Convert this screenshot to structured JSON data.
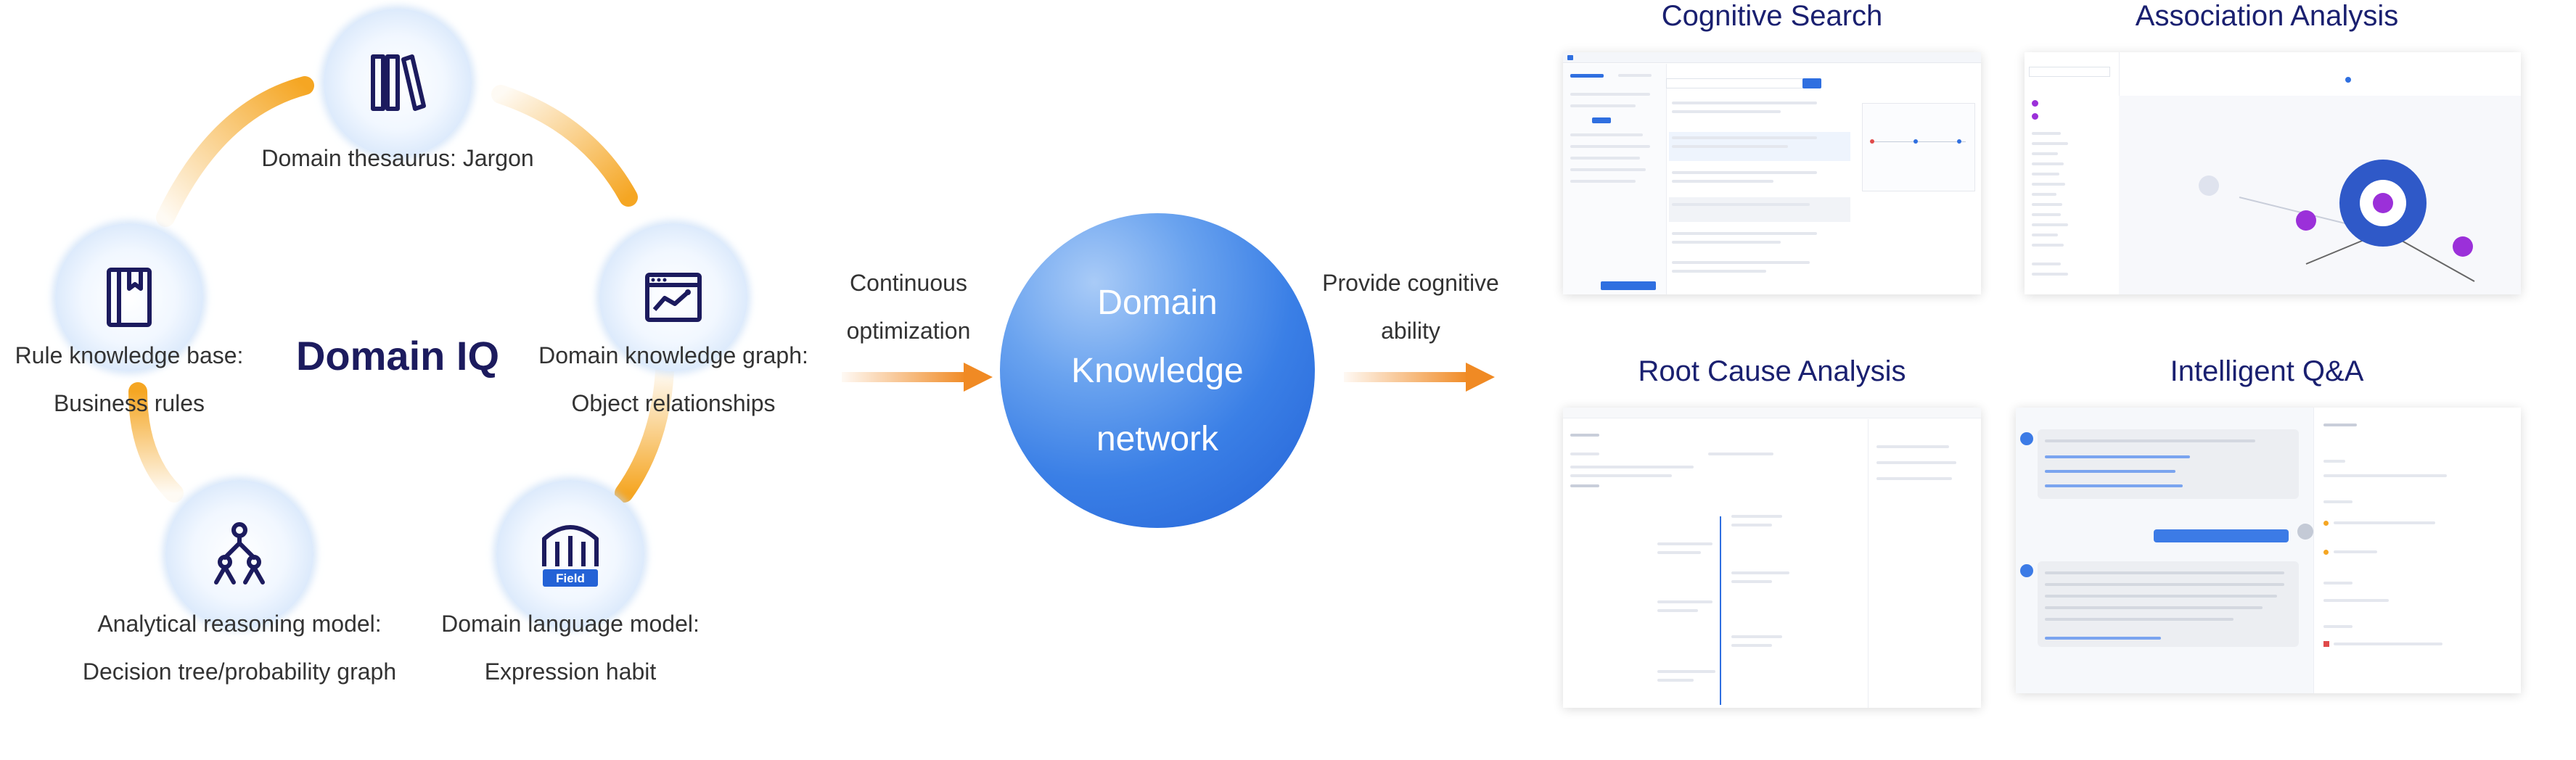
{
  "brand_title": "Domain IQ",
  "nodes": {
    "thesaurus": {
      "line1": "Domain thesaurus: Jargon",
      "icon": "books-icon"
    },
    "knowledge_graph": {
      "line1": "Domain knowledge graph:",
      "line2": "Object relationships",
      "icon": "graph-chart-icon"
    },
    "language_model": {
      "line1": "Domain language model:",
      "line2": "Expression habit",
      "icon": "field-columns-icon",
      "badge": "Field"
    },
    "reasoning_model": {
      "line1": "Analytical reasoning model:",
      "line2": "Decision tree/probability graph",
      "icon": "decision-tree-icon"
    },
    "rule_base": {
      "line1": "Rule knowledge base:",
      "line2": "Business rules",
      "icon": "book-icon"
    }
  },
  "flow": {
    "left_line1": "Continuous",
    "left_line2": "optimization",
    "right_line1": "Provide cognitive",
    "right_line2": "ability"
  },
  "center": {
    "line1": "Domain",
    "line2": "Knowledge",
    "line3": "network"
  },
  "panels": {
    "cognitive_search": "Cognitive Search",
    "association_analysis": "Association Analysis",
    "root_cause": "Root Cause Analysis",
    "qa": "Intelligent Q&A"
  },
  "colors": {
    "navy": "#1c1b5e",
    "accent_orange": "#f5a623",
    "accent_blue": "#2462d6",
    "purple": "#9b30d9"
  }
}
